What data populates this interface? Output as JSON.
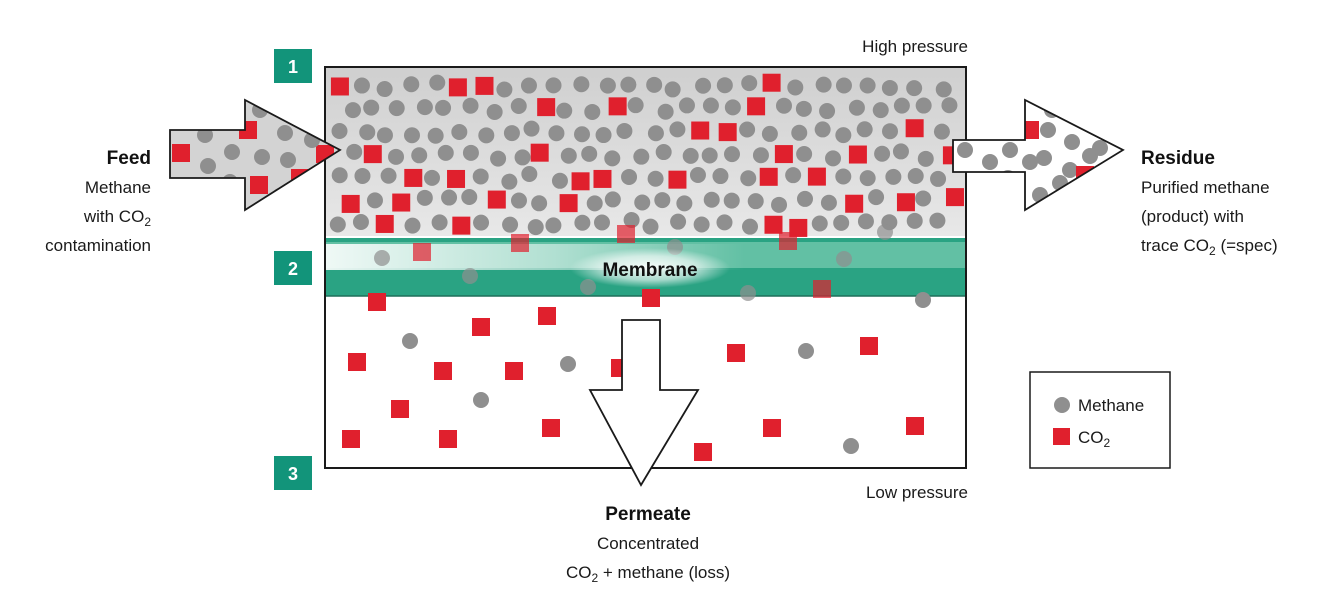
{
  "colors": {
    "methane": "#8f8f8f",
    "co2": "#e0202d",
    "membrane": "#2aa383",
    "step_badge": "#12947a",
    "frame": "#1a1a1a"
  },
  "labels": {
    "high_pressure": "High pressure",
    "low_pressure": "Low pressure",
    "membrane": "Membrane"
  },
  "steps": [
    "1",
    "2",
    "3"
  ],
  "feed": {
    "title": "Feed",
    "line1": "Methane",
    "line2_pre": "with CO",
    "line2_sub": "2",
    "line3": "contamination"
  },
  "residue": {
    "title": "Residue",
    "line1": "Purified methane",
    "line2": "(product) with",
    "line3_pre": "trace CO",
    "line3_sub": "2",
    "line3_post": " (=spec)"
  },
  "permeate": {
    "title": "Permeate",
    "line1": "Concentrated",
    "line2_pre": "CO",
    "line2_sub": "2",
    "line2_post": " + methane (loss)"
  },
  "legend": {
    "methane": "Methane",
    "co2_pre": "CO",
    "co2_sub": "2"
  }
}
